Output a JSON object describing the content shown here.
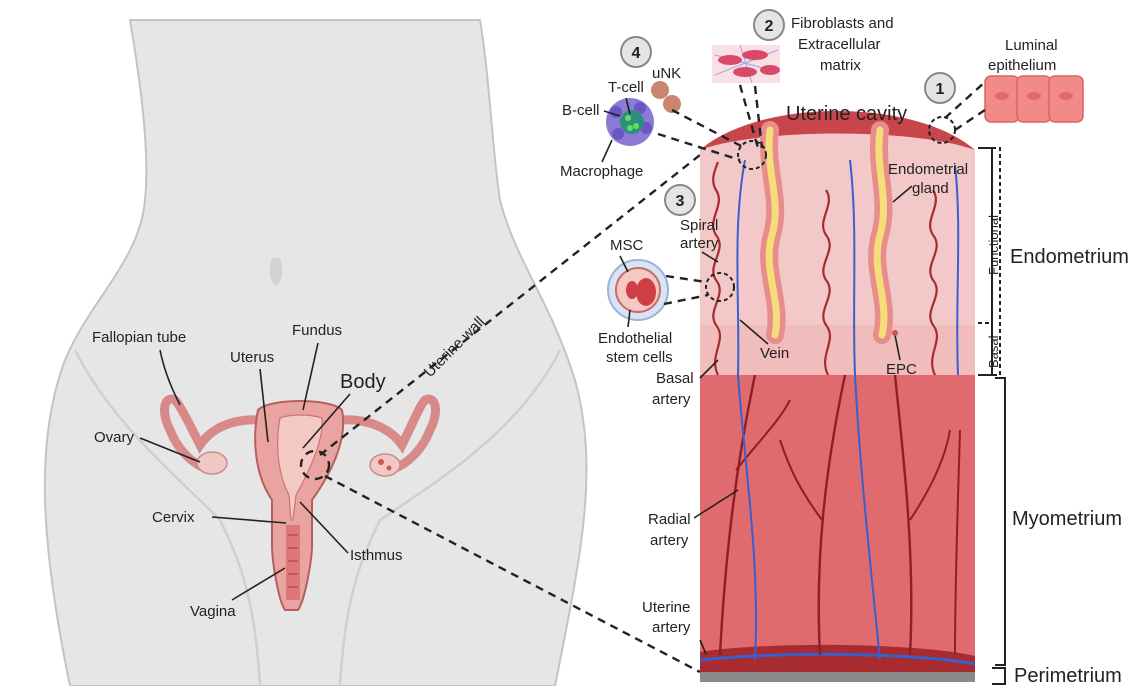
{
  "labels": {
    "fallopian_tube": "Fallopian tube",
    "fundus": "Fundus",
    "uterus": "Uterus",
    "body": "Body",
    "ovary": "Ovary",
    "cervix": "Cervix",
    "isthmus": "Isthmus",
    "vagina": "Vagina",
    "uterine_wall": "Uterine wall",
    "uterine_cavity": "Uterine cavity",
    "luminal_epithelium_1": "Luminal",
    "luminal_epithelium_2": "epithelium",
    "fibroblasts_1": "Fibroblasts and",
    "fibroblasts_2": "Extracellular",
    "fibroblasts_3": "matrix",
    "unk": "uNK",
    "tcell": "T-cell",
    "bcell": "B-cell",
    "macrophage": "Macrophage",
    "msc": "MSC",
    "spiral_artery_1": "Spiral",
    "spiral_artery_2": "artery",
    "endothelial_1": "Endothelial",
    "endothelial_2": "stem cells",
    "basal_artery_1": "Basal",
    "basal_artery_2": "artery",
    "vein": "Vein",
    "endometrial_gland_1": "Endometrial",
    "endometrial_gland_2": "gland",
    "epc": "EPC",
    "functional": "Functional",
    "basal": "Basal",
    "endometrium": "Endometrium",
    "myometrium": "Myometrium",
    "perimetrium": "Perimetrium",
    "radial_artery_1": "Radial",
    "radial_artery_2": "artery",
    "uterine_artery_1": "Uterine",
    "uterine_artery_2": "artery"
  },
  "badges": [
    "1",
    "2",
    "3",
    "4"
  ],
  "colors": {
    "skin": "#e6e6e6",
    "skin_outline": "#bdbdbd",
    "endometrium_pink": "#f3c8c8",
    "uterine_cavity_red": "#c9454c",
    "myometrium": "#df6b6f",
    "artery": "#a82b2f",
    "vein": "#3a5fcd",
    "gland_yellow": "#f7dd7a",
    "gland_edge": "#e88c8c",
    "perimetrium": "#8a8a8a"
  }
}
